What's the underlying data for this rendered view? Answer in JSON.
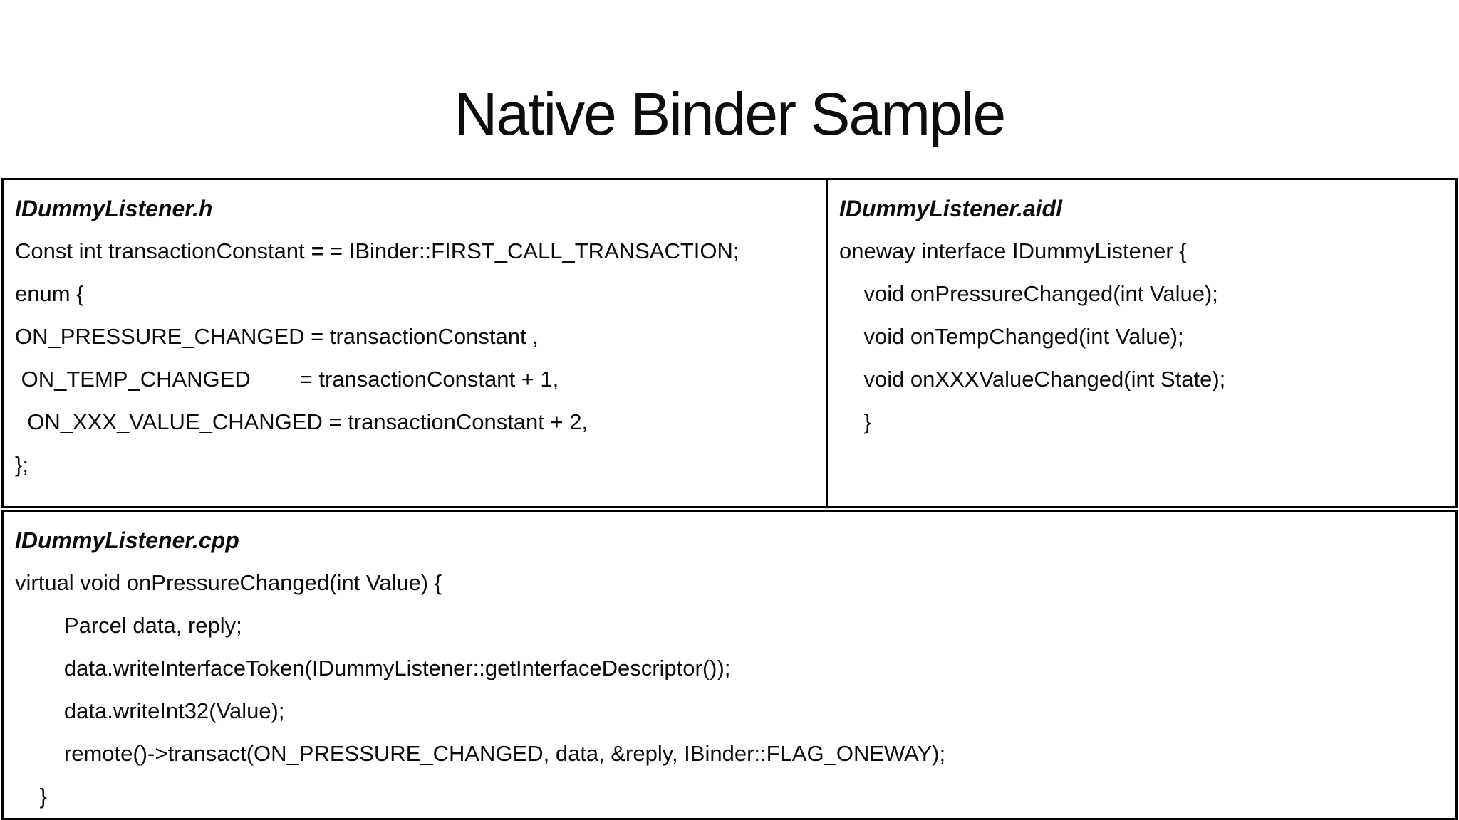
{
  "title": "Native Binder Sample",
  "colors": {
    "text": "#0d0d0d",
    "border": "#000000",
    "background": "#ffffff"
  },
  "panels": [
    {
      "filename": "IDummyListener.h",
      "lines": [
        [
          {
            "text": "Const int transactionConstant ",
            "bold": false
          },
          {
            "text": "=",
            "bold": true
          },
          {
            "text": " = IBinder::FIRST_CALL_TRANSACTION;",
            "bold": false
          }
        ],
        "enum {",
        "ON_PRESSURE_CHANGED = transactionConstant ,",
        " ON_TEMP_CHANGED        = transactionConstant + 1,",
        "  ON_XXX_VALUE_CHANGED = transactionConstant + 2,",
        "};"
      ]
    },
    {
      "filename": "IDummyListener.aidl",
      "lines": [
        "oneway interface IDummyListener {",
        "    void onPressureChanged(int Value);",
        "    void onTempChanged(int Value);",
        "    void onXXXValueChanged(int State);",
        "    }"
      ]
    },
    {
      "filename": "IDummyListener.cpp",
      "lines": [
        "virtual void onPressureChanged(int Value) {",
        "        Parcel data, reply;",
        "        data.writeInterfaceToken(IDummyListener::getInterfaceDescriptor());",
        "        data.writeInt32(Value);",
        "        remote()->transact(ON_PRESSURE_CHANGED, data, &reply, IBinder::FLAG_ONEWAY);",
        "    }"
      ]
    }
  ]
}
